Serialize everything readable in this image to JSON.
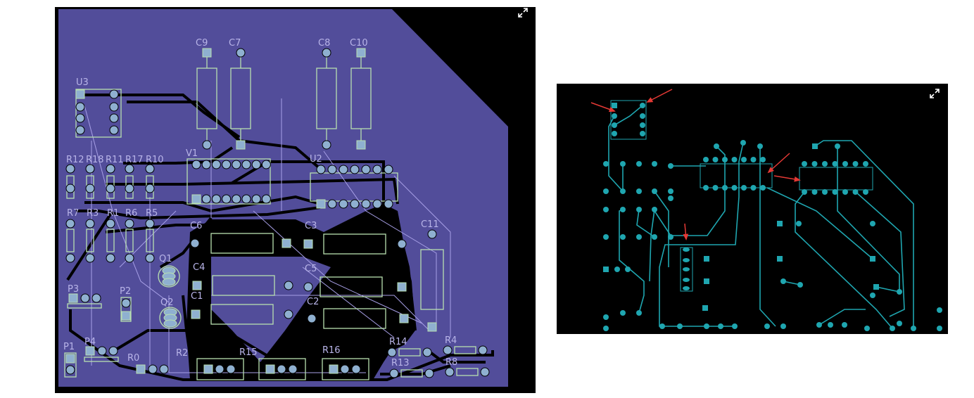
{
  "left_board": {
    "component_labels": [
      "C9",
      "C7",
      "C8",
      "C10",
      "U3",
      "V1",
      "U2",
      "R12",
      "R18",
      "R11",
      "R17",
      "R10",
      "R7",
      "R3",
      "R1",
      "R6",
      "R5",
      "C6",
      "C3",
      "C11",
      "Q1",
      "C4",
      "C5",
      "Q2",
      "C1",
      "C2",
      "P3",
      "P2",
      "P1",
      "P4",
      "R0",
      "R2",
      "R15",
      "R16",
      "R14",
      "R13",
      "R4",
      "R8"
    ],
    "expand_icon": "expand-icon"
  },
  "right_board": {
    "expand_icon": "expand-icon",
    "annotation_arrows": 5
  },
  "colors": {
    "board": "#524d9a",
    "pad": "#8fb0d0",
    "silk": "#b8e0b0",
    "trace_right": "#1fa6b0",
    "arrow": "#e53935"
  }
}
